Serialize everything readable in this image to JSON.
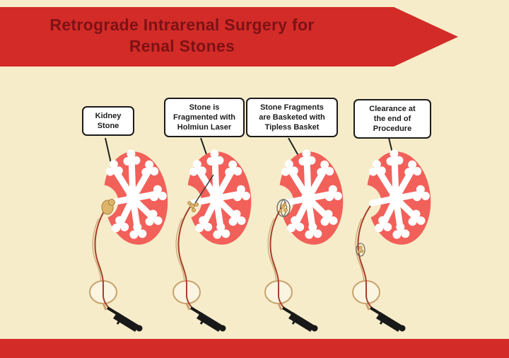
{
  "title": {
    "line1": "Retrograde Intrarenal Surgery for",
    "line2": "Renal Stones"
  },
  "panels": [
    {
      "name": "kidney-stone",
      "label_lines": [
        "Kidney",
        "Stone"
      ]
    },
    {
      "name": "laser-fragmentation",
      "label_lines": [
        "Stone is",
        "Fragmented with",
        "Holmiun Laser"
      ]
    },
    {
      "name": "basketing",
      "label_lines": [
        "Stone Fragments",
        "are Basketed with",
        "Tipless Basket"
      ]
    },
    {
      "name": "clearance",
      "label_lines": [
        "Clearance at",
        "the end of",
        "Procedure"
      ]
    }
  ],
  "colors": {
    "background": "#f6ecc9",
    "banner_red": "#d32b27",
    "title_text": "#7d1216",
    "kidney": "#f2605a",
    "calyx_white": "#ffffff",
    "stone": "#ddb469",
    "stone_outline": "#a8813f",
    "duct": "#c9a26f",
    "bladder_fill": "#fbf4e0",
    "scope": "#191919",
    "shaft": "#a8402c",
    "box_border": "#1b1b1b"
  }
}
